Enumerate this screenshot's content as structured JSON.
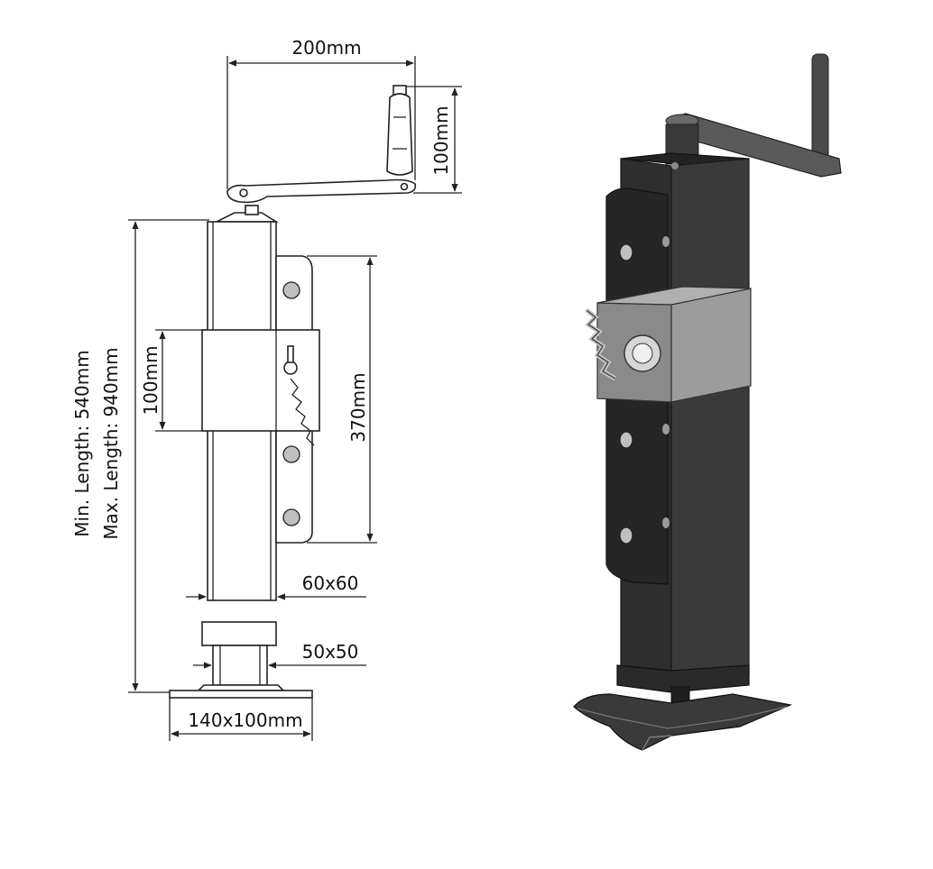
{
  "dimensions": {
    "crank_width": "200mm",
    "handle_height": "100mm",
    "clamp_height": "100mm",
    "plate_height": "370mm",
    "min_length": "Min. Length: 540mm",
    "max_length": "Max. Length: 940mm",
    "outer_tube": "60x60",
    "inner_tube": "50x50",
    "foot_size": "140x100mm"
  },
  "colors": {
    "line": "#222222",
    "render_body": "#2e2e2e",
    "render_clamp": "#8a8a8a"
  }
}
